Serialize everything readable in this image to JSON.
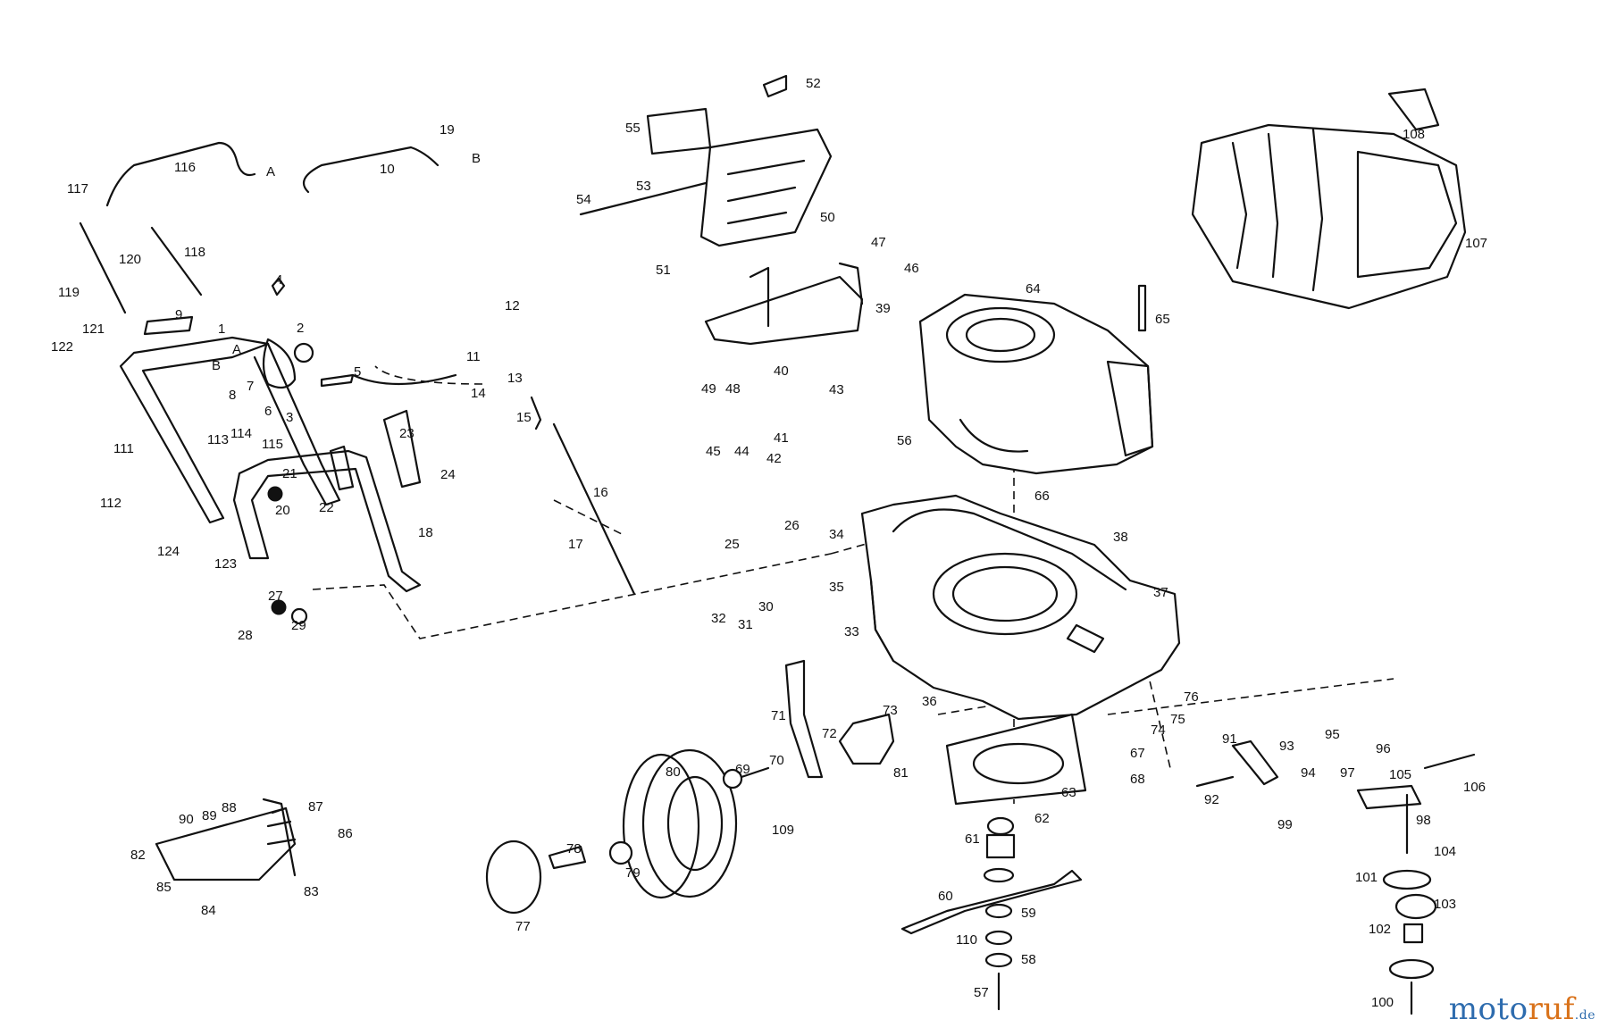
{
  "diagram": {
    "type": "exploded-parts-view",
    "labels": [
      "1",
      "2",
      "3",
      "4",
      "5",
      "6",
      "7",
      "8",
      "9",
      "10",
      "11",
      "12",
      "13",
      "14",
      "15",
      "16",
      "17",
      "18",
      "19",
      "20",
      "21",
      "22",
      "23",
      "24",
      "25",
      "26",
      "27",
      "28",
      "29",
      "30",
      "31",
      "32",
      "33",
      "34",
      "35",
      "36",
      "37",
      "38",
      "39",
      "40",
      "41",
      "42",
      "43",
      "44",
      "45",
      "46",
      "47",
      "48",
      "49",
      "50",
      "51",
      "52",
      "53",
      "54",
      "55",
      "56",
      "57",
      "58",
      "59",
      "60",
      "61",
      "62",
      "63",
      "64",
      "65",
      "66",
      "67",
      "68",
      "69",
      "70",
      "71",
      "72",
      "73",
      "74",
      "75",
      "76",
      "77",
      "78",
      "79",
      "80",
      "81",
      "82",
      "83",
      "84",
      "85",
      "86",
      "87",
      "88",
      "89",
      "90",
      "91",
      "92",
      "93",
      "94",
      "95",
      "96",
      "97",
      "98",
      "99",
      "100",
      "101",
      "102",
      "103",
      "104",
      "105",
      "106",
      "107",
      "108",
      "109",
      "110",
      "111",
      "112",
      "113",
      "114",
      "115",
      "116",
      "117",
      "118",
      "119",
      "120",
      "121",
      "122",
      "123",
      "124"
    ],
    "cable_ends": [
      "A",
      "B"
    ],
    "main_parts": {
      "engine": "64",
      "deck": "38",
      "grass_catcher": "107",
      "wheel": "80",
      "blade": "60",
      "handle": "1",
      "lower_handle": "18",
      "mulch_plate": "82",
      "rear_flap": "50"
    }
  },
  "watermark": {
    "part1": "moto",
    "part2": "ruf",
    "part3": ".de"
  }
}
